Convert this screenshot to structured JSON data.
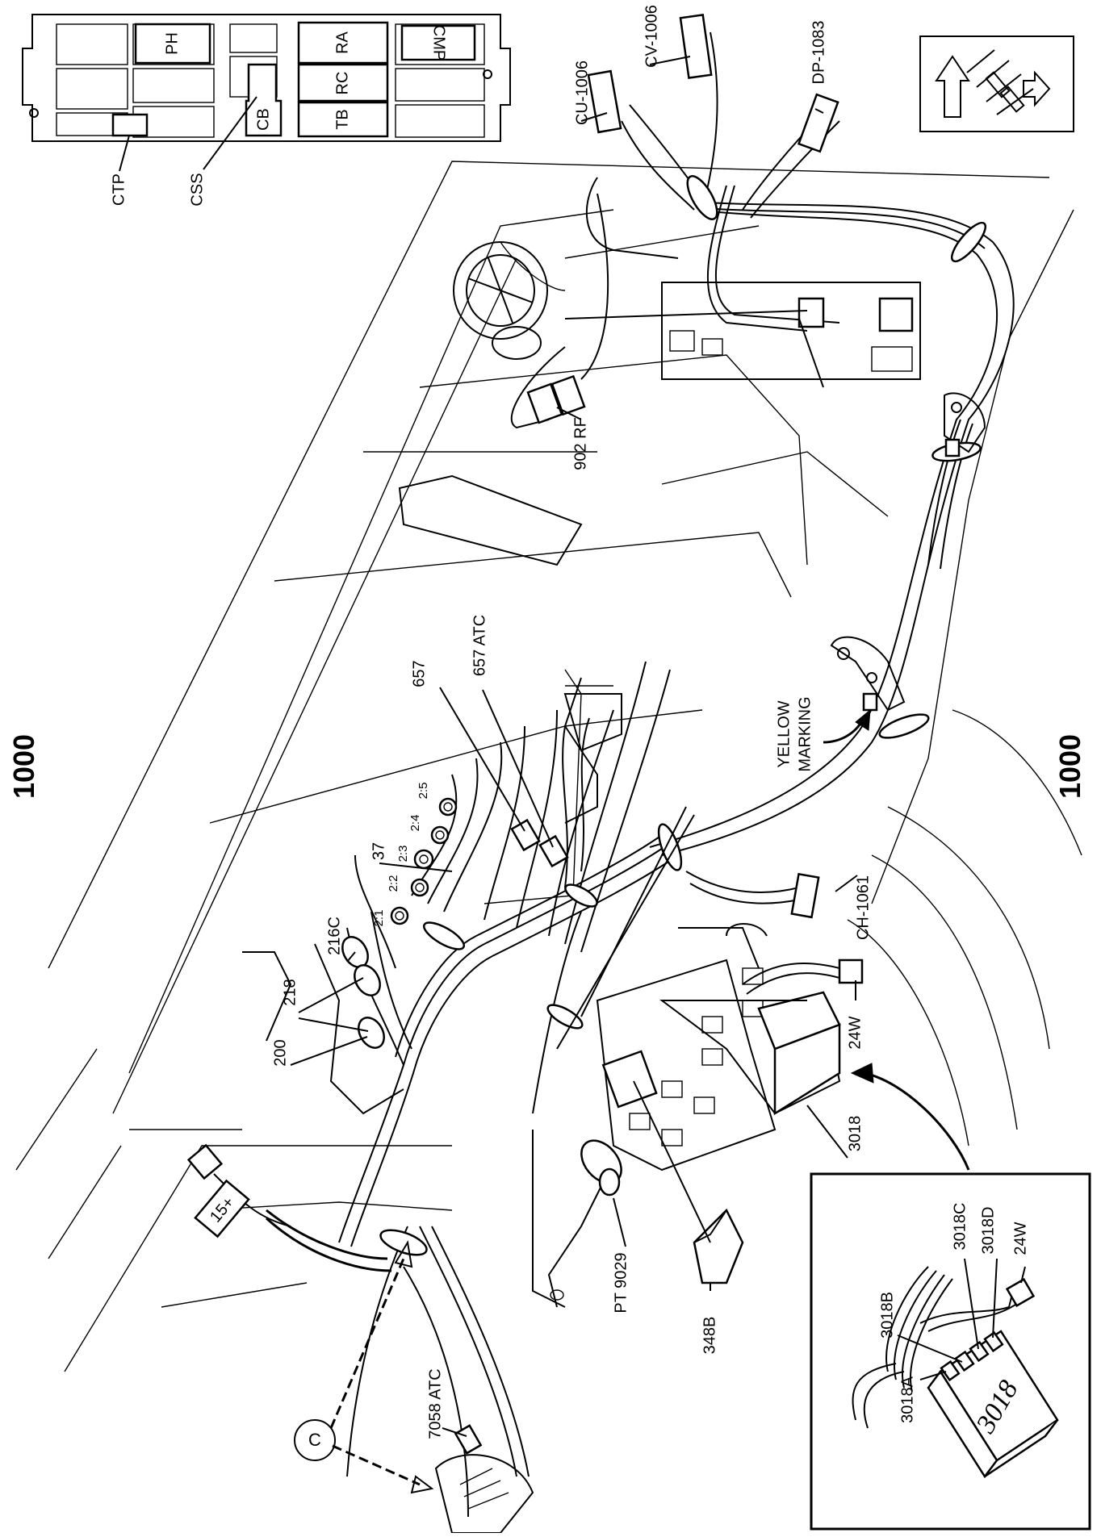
{
  "page_number_left": "1000",
  "page_number_right": "1000",
  "fuse_box": {
    "relays": [
      "PH",
      "RA",
      "RC",
      "TB",
      "CB",
      "CMP"
    ],
    "callouts": [
      "CTP",
      "CSS"
    ]
  },
  "orientation_icon": "arrow-orientation-icon",
  "view_marker": "C",
  "labels": {
    "cu1006": "CU-1006",
    "cv1006": "CV-1006",
    "dp1083": "DP-1083",
    "rf902": "902 RF",
    "l657": "657",
    "l657atc": "657 ATC",
    "l37": "37",
    "p21": "2:1",
    "p22": "2:2",
    "p23": "2:3",
    "p24": "2:4",
    "p25": "2:5",
    "l216c": "216C",
    "l218": "218",
    "l200": "200",
    "yellow1": "YELLOW",
    "yellow2": "MARKING",
    "ch1061": "CH-1061",
    "w24": "24W",
    "l3018": "3018",
    "pt9029": "PT 9029",
    "l348b": "348B",
    "l7058atc": "7058 ATC",
    "l15plus": "15+"
  },
  "inset": {
    "labels": [
      "3018A",
      "3018B",
      "3018C",
      "3018D",
      "24W"
    ],
    "relay_text": "3018"
  }
}
